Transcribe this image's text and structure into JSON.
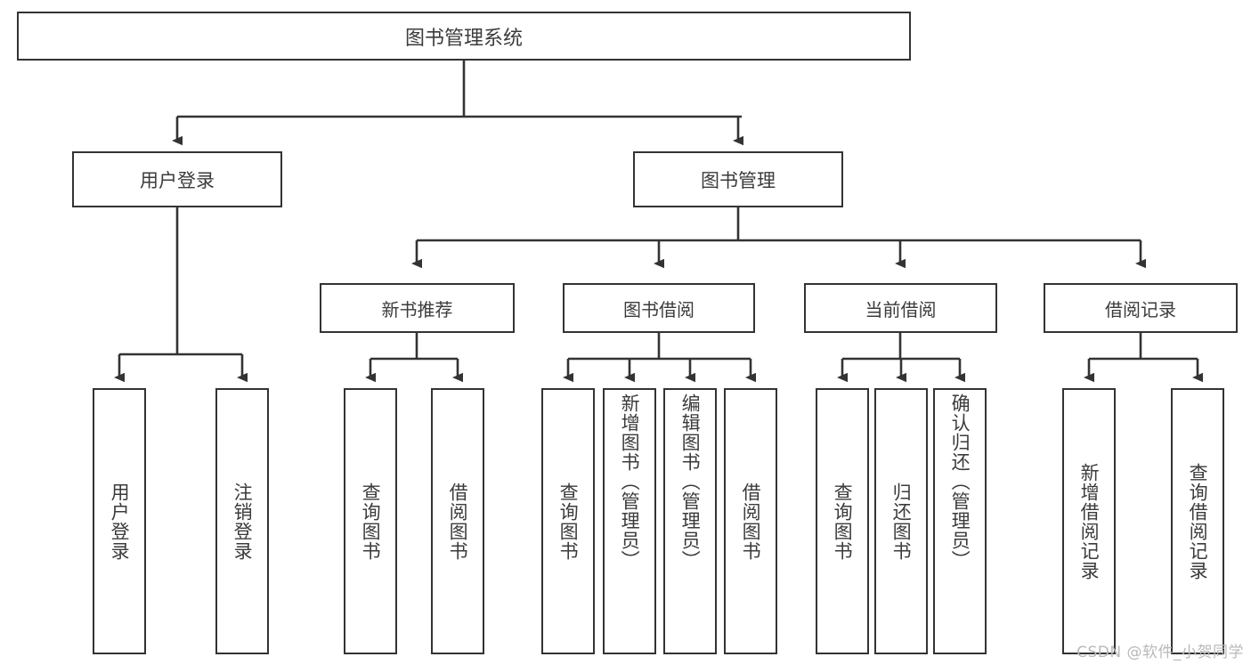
{
  "diagram": {
    "title": "图书管理系统",
    "type": "tree",
    "root": {
      "label": "图书管理系统"
    },
    "level1": [
      {
        "label": "用户登录"
      },
      {
        "label": "图书管理"
      }
    ],
    "level2": [
      {
        "label": "新书推荐"
      },
      {
        "label": "图书借阅"
      },
      {
        "label": "当前借阅"
      },
      {
        "label": "借阅记录"
      }
    ],
    "leaves": {
      "user_login": [
        {
          "label": "用户登录",
          "align": "middle"
        },
        {
          "label": "注销登录",
          "align": "middle"
        }
      ],
      "new_book_recommend": [
        {
          "label": "查询图书",
          "align": "middle"
        },
        {
          "label": "借阅图书",
          "align": "middle"
        }
      ],
      "book_borrow": [
        {
          "label": "查询图书",
          "align": "middle"
        },
        {
          "label": "新增图书（管理员）",
          "align": "top"
        },
        {
          "label": "编辑图书（管理员）",
          "align": "top"
        },
        {
          "label": "借阅图书",
          "align": "middle"
        }
      ],
      "current_borrow": [
        {
          "label": "查询图书",
          "align": "middle"
        },
        {
          "label": "归还图书",
          "align": "middle"
        },
        {
          "label": "确认归还（管理员）",
          "align": "top"
        }
      ],
      "borrow_record": [
        {
          "label": "新增借阅记录",
          "align": "middle"
        },
        {
          "label": "查询借阅记录",
          "align": "middle"
        }
      ]
    }
  },
  "watermark": {
    "text": "CSDN @软件_小贺同学"
  },
  "colors": {
    "stroke": "#333333",
    "text": "#3b3b3b",
    "background": "#ffffff",
    "watermark": "#b9b9b9"
  }
}
